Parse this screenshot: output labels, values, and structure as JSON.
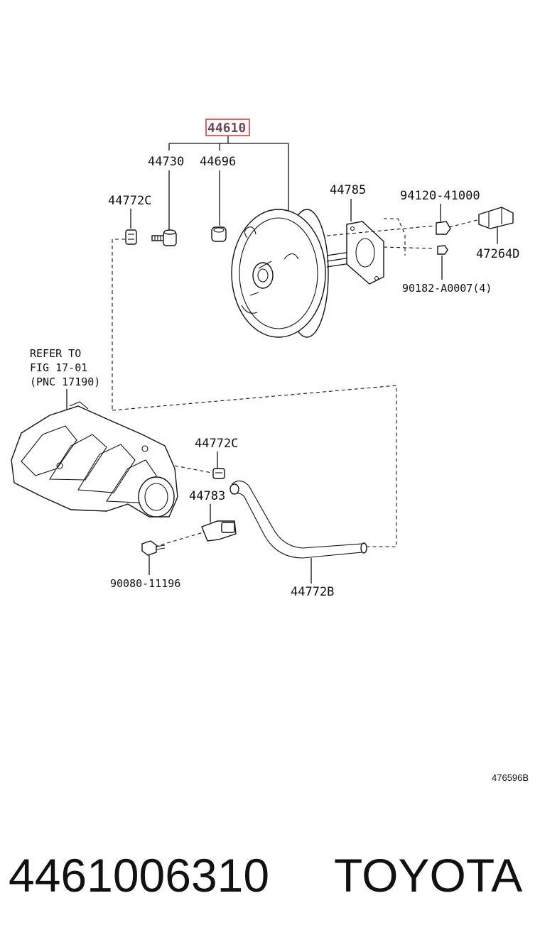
{
  "callouts": {
    "main_part": "44610",
    "bolt": "44730",
    "grommet": "44696",
    "clip_top": "44772C",
    "gasket": "44785",
    "nut_upper": "94120-41000",
    "clevis": "47264D",
    "nut_lower": "90182-A0007(4)",
    "clip_mid": "44772C",
    "bracket": "44783",
    "bolt_lower": "90080-11196",
    "hose": "44772B"
  },
  "reference_note": {
    "line1": "REFER TO",
    "line2": "FIG 17-01",
    "line3": "(PNC 17190)"
  },
  "figure_id": "476596B",
  "footer": {
    "part_number": "4461006310",
    "brand": "TOYOTA"
  },
  "colors": {
    "highlight_box": "#e03a3a",
    "main_label": "#6b4a5a",
    "line": "#111111"
  }
}
